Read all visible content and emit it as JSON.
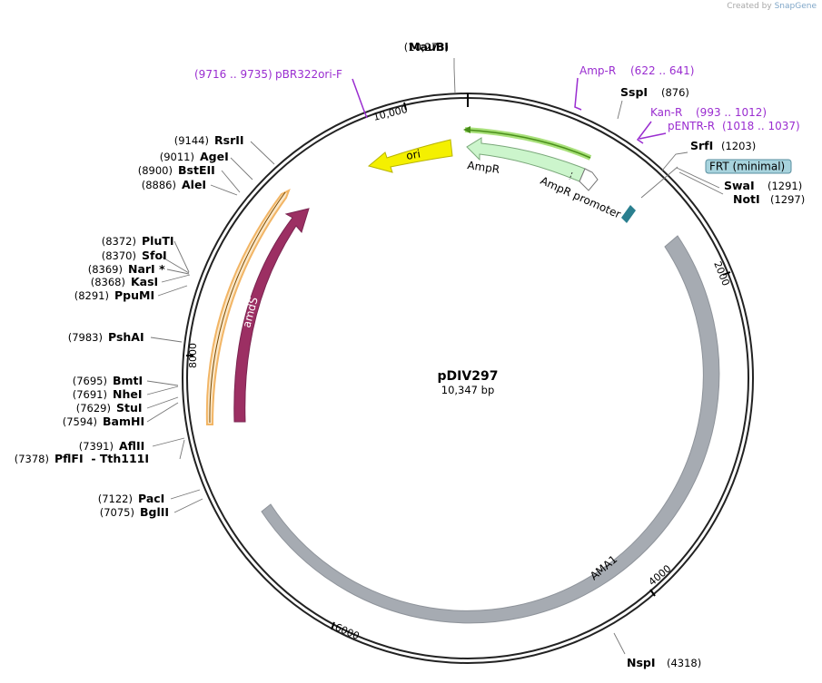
{
  "credit": {
    "prefix": "Created by",
    "brand": "SnapGene"
  },
  "plasmid": {
    "name": "pDIV297",
    "length_label": "10,347 bp"
  },
  "ticks": [
    "10,000",
    "2000",
    "4000",
    "6000",
    "8000"
  ],
  "sites": [
    {
      "name": "MauBI",
      "pos": "(10,273)"
    },
    {
      "name": "SspI",
      "pos": "(876)"
    },
    {
      "name": "SrfI",
      "pos": "(1203)"
    },
    {
      "name": "SwaI",
      "pos": "(1291)"
    },
    {
      "name": "NotI",
      "pos": "(1297)"
    },
    {
      "name": "NspI",
      "pos": "(4318)"
    },
    {
      "name": "RsrII",
      "pos": "(9144)"
    },
    {
      "name": "AgeI",
      "pos": "(9011)"
    },
    {
      "name": "BstEII",
      "pos": "(8900)"
    },
    {
      "name": "AleI",
      "pos": "(8886)"
    },
    {
      "name": "PluTI",
      "pos": "(8372)"
    },
    {
      "name": "SfoI",
      "pos": "(8370)"
    },
    {
      "name": "NarI *",
      "pos": "(8369)"
    },
    {
      "name": "KasI",
      "pos": "(8368)"
    },
    {
      "name": "PpuMI",
      "pos": "(8291)"
    },
    {
      "name": "PshAI",
      "pos": "(7983)"
    },
    {
      "name": "BmtI",
      "pos": "(7695)"
    },
    {
      "name": "NheI",
      "pos": "(7691)"
    },
    {
      "name": "StuI",
      "pos": "(7629)"
    },
    {
      "name": "BamHI",
      "pos": "(7594)"
    },
    {
      "name": "AflII",
      "pos": "(7391)"
    },
    {
      "name": "PflFI  - Tth111I",
      "pos": "(7378)"
    },
    {
      "name": "PacI",
      "pos": "(7122)"
    },
    {
      "name": "BglII",
      "pos": "(7075)"
    }
  ],
  "primers": [
    {
      "name": "Amp-R",
      "pos": "(622 .. 641)"
    },
    {
      "name": "Kan-R",
      "pos": "(993 .. 1012)"
    },
    {
      "name": "pENTR-R",
      "pos": "(1018 .. 1037)"
    },
    {
      "name": "pBR322ori-F",
      "pos": "(9716 .. 9735)"
    }
  ],
  "features": {
    "ori": "ori",
    "ampr": "AmpR",
    "ampr_promoter": "AmpR promoter",
    "frt": "FRT (minimal)",
    "amds": "amdS",
    "ama1": "AMA1"
  },
  "colors": {
    "backbone": "#222222",
    "ori": "#f4f000",
    "ampr": "#ccf5cc",
    "amds": "#9c2f63",
    "ama1": "#a6abb2",
    "frt": "#a7d3dd",
    "orange_outline": "#f2b565",
    "green_strand": "#4a8f1a",
    "primer": "#9a2dd0",
    "teal": "#2a7f8f"
  }
}
